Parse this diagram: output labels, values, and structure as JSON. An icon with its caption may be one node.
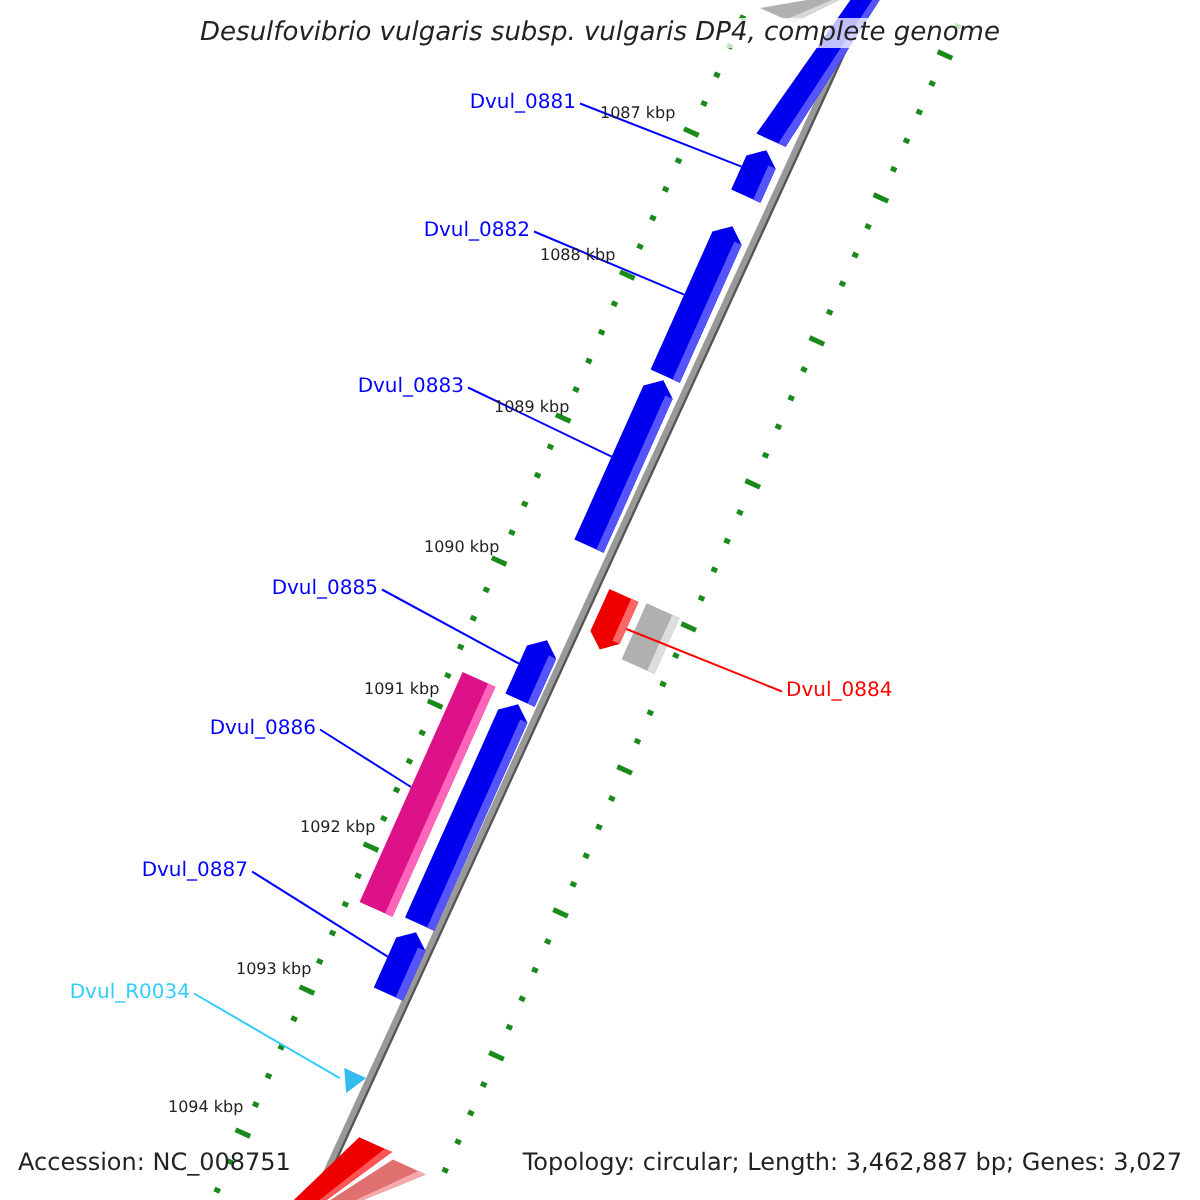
{
  "diagram": {
    "title": "Desulfovibrio vulgaris subsp. vulgaris DP4, complete genome",
    "nodes": [
      {
        "text": [
          "Dvul_0881"
        ]
      },
      {
        "text": [
          "Dvul_0882"
        ]
      },
      {
        "text": [
          "Dvul_0883"
        ]
      },
      {
        "text": [
          "Dvul_0885"
        ]
      },
      {
        "text": [
          "Dvul_0884"
        ]
      },
      {
        "text": [
          "Dvul_0886"
        ]
      },
      {
        "text": [
          "Dvul_0887"
        ]
      },
      {
        "text": [
          "Dvul_R0034"
        ]
      },
      {
        "text": [],
        "shape": "bar"
      },
      {
        "text": [],
        "shape": "bar"
      },
      {
        "text": [],
        "shape": "bar"
      },
      {
        "text": [],
        "shape": "bar"
      },
      {
        "text": [],
        "shape": "bar"
      },
      {
        "text": [],
        "shape": "bar"
      },
      {
        "text": [],
        "shape": "bar"
      },
      {
        "text": [],
        "shape": "bar"
      },
      {
        "text": [],
        "shape": "bar"
      },
      {
        "text": [],
        "shape": "bar"
      },
      {
        "text": [],
        "shape": "bar"
      },
      {
        "text": [],
        "shape": "triangle"
      },
      {
        "text": [],
        "shape": "bar"
      },
      {
        "text": [],
        "shape": "bar"
      }
    ],
    "edges": [
      {
        "from": 0,
        "to": 10,
        "arrow": "none"
      },
      {
        "from": 1,
        "to": 11,
        "arrow": "none"
      },
      {
        "from": 2,
        "to": 12,
        "arrow": "none"
      },
      {
        "from": 3,
        "to": 15,
        "arrow": "none"
      },
      {
        "from": 4,
        "to": 13,
        "arrow": "none",
        "color": "#ff0000"
      },
      {
        "from": 5,
        "to": 16,
        "arrow": "none"
      },
      {
        "from": 6,
        "to": 18,
        "arrow": "none"
      },
      {
        "from": 7,
        "to": 19,
        "arrow": "none",
        "color": "#33ccff"
      }
    ],
    "labels": [
      "1087 kbp",
      "1088 kbp",
      "1089 kbp",
      "1090 kbp",
      "1091 kbp",
      "1092 kbp",
      "1093 kbp",
      "1094 kbp",
      "Accession: NC_008751",
      "Topology: circular; Length: 3,462,887 bp; Genes: 3,027"
    ]
  }
}
